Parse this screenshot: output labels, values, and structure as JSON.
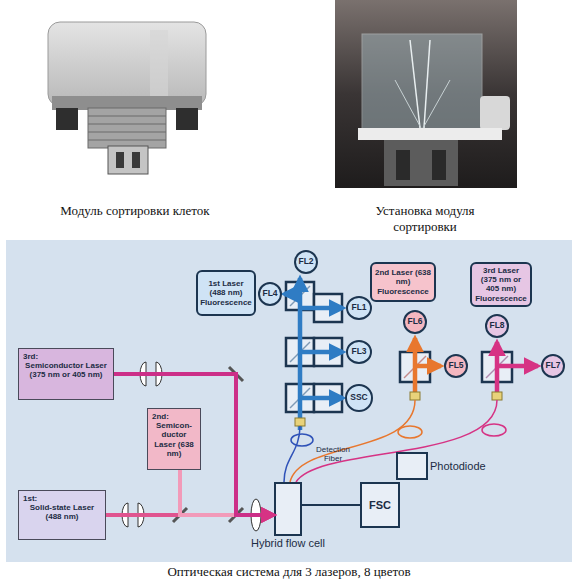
{
  "diagram": {
    "caption": "Оптическая система для 3 лазеров, 8 цветов",
    "nodes": [
      {
        "text": [
          "1st Laser (488 nm)",
          "Fluorescence"
        ]
      },
      {
        "text": [
          "FL2"
        ]
      },
      {
        "text": [
          "FL4"
        ]
      },
      {
        "text": [
          "FL1"
        ]
      },
      {
        "text": [
          "FL3"
        ]
      },
      {
        "text": [
          "SSC"
        ]
      },
      {
        "text": [
          "2nd Laser (638 nm)",
          "Fluorescence"
        ]
      },
      {
        "text": [
          "FL6"
        ]
      },
      {
        "text": [
          "FL5"
        ]
      },
      {
        "text": [
          "3rd Laser (375 nm or 405 nm)",
          "Fluorescence"
        ]
      },
      {
        "text": [
          "FL8"
        ]
      },
      {
        "text": [
          "FL7"
        ]
      },
      {
        "text": [
          "3rd:",
          "Semiconductor Laser (375 nm or 405 nm)"
        ]
      },
      {
        "text": [
          "2nd:",
          "Semicon- ductor Laser (638 nm)"
        ]
      },
      {
        "text": [
          "1st:",
          "Solid-state Laser (488 nm)"
        ]
      },
      {
        "text": [
          "Hybrid flow cell"
        ]
      },
      {
        "text": [
          "Photodiode"
        ]
      },
      {
        "text": [
          "FSC"
        ]
      }
    ],
    "edges": [
      {
        "from": 14,
        "to": 15,
        "arrow": "to"
      },
      {
        "from": 13,
        "to": 15,
        "arrow": "to"
      },
      {
        "from": 12,
        "to": 15,
        "arrow": "to"
      },
      {
        "from": 15,
        "to": 17,
        "arrow": "none"
      }
    ],
    "labels": [
      "Модуль сортировки клеток",
      "Установка модуля сортировки",
      "Detection Fiber"
    ]
  }
}
